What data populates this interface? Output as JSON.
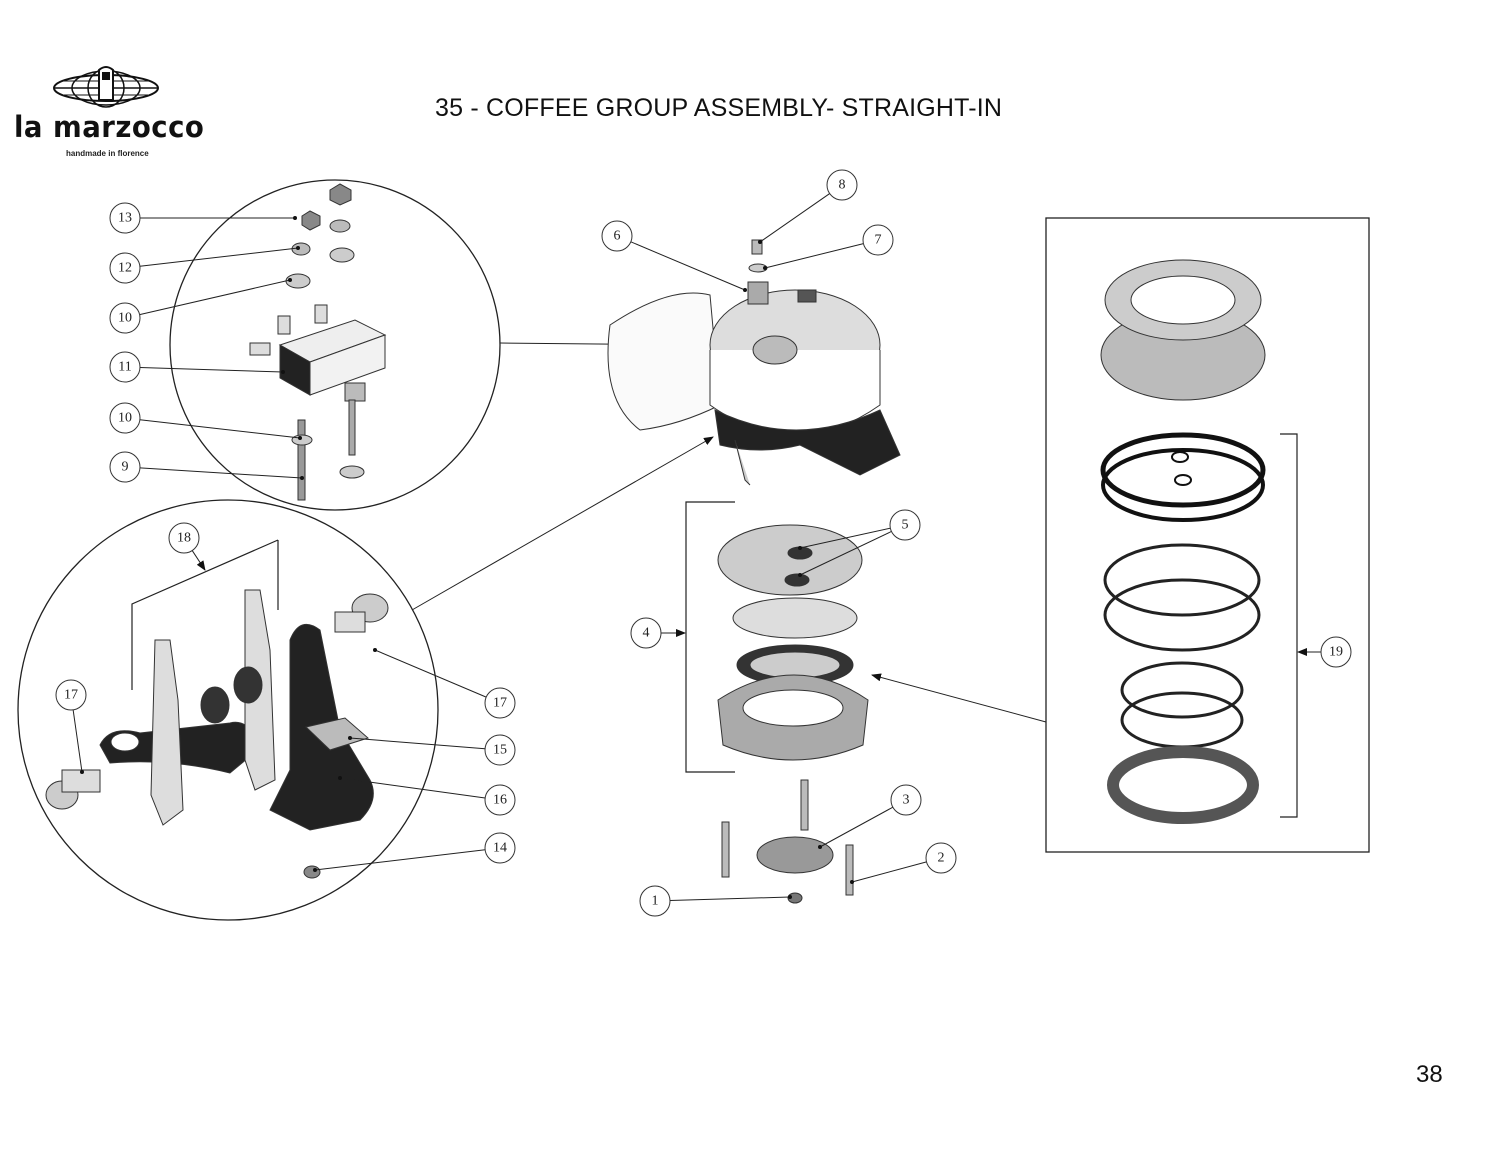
{
  "header": {
    "title": "35 - COFFEE GROUP ASSEMBLY- STRAIGHT-IN",
    "page_number": "38"
  },
  "logo": {
    "wordmark": "la marzocco",
    "tagline": "handmade in florence"
  },
  "callouts": [
    {
      "id": "c8",
      "label": "8"
    },
    {
      "id": "c7",
      "label": "7"
    },
    {
      "id": "c6",
      "label": "6"
    },
    {
      "id": "c13",
      "label": "13"
    },
    {
      "id": "c12",
      "label": "12"
    },
    {
      "id": "c10a",
      "label": "10"
    },
    {
      "id": "c11",
      "label": "11"
    },
    {
      "id": "c10b",
      "label": "10"
    },
    {
      "id": "c9",
      "label": "9"
    },
    {
      "id": "c18",
      "label": "18"
    },
    {
      "id": "c17a",
      "label": "17"
    },
    {
      "id": "c17b",
      "label": "17"
    },
    {
      "id": "c15",
      "label": "15"
    },
    {
      "id": "c16",
      "label": "16"
    },
    {
      "id": "c14",
      "label": "14"
    },
    {
      "id": "c5",
      "label": "5"
    },
    {
      "id": "c4",
      "label": "4"
    },
    {
      "id": "c3",
      "label": "3"
    },
    {
      "id": "c2",
      "label": "2"
    },
    {
      "id": "c1",
      "label": "1"
    },
    {
      "id": "c19",
      "label": "19"
    }
  ]
}
